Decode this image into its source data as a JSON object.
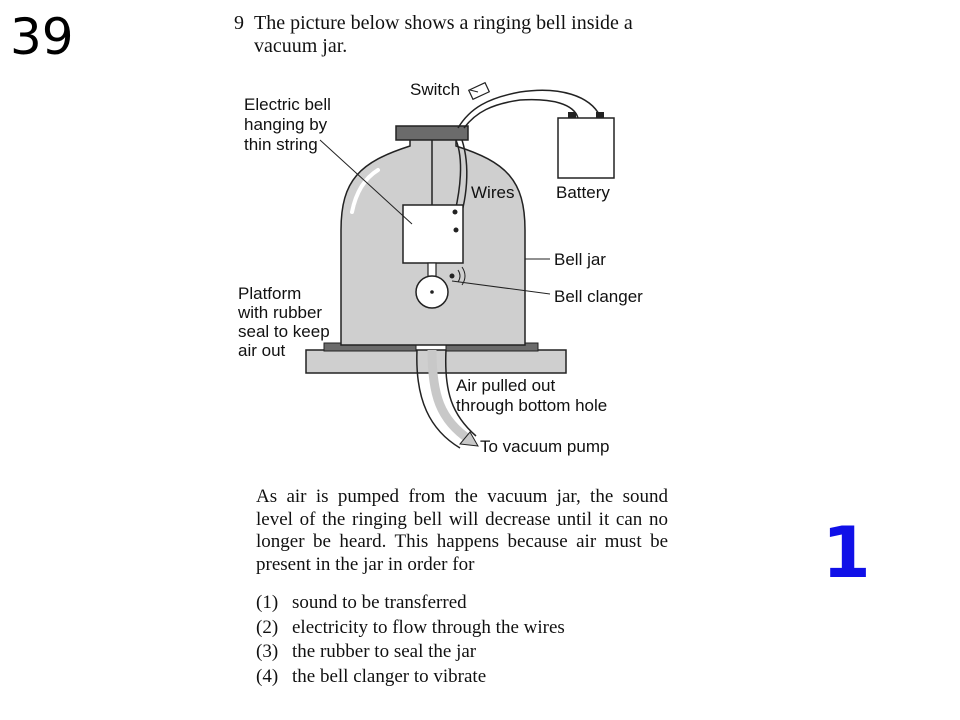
{
  "slide": {
    "number": "39",
    "answer": "1"
  },
  "question": {
    "number": "9",
    "text_line1": "The picture below shows a ringing bell inside a",
    "text_line2": "vacuum jar."
  },
  "diagram": {
    "labels": {
      "switch": "Switch",
      "electric_bell": [
        "Electric bell",
        "hanging by",
        "thin string"
      ],
      "wires": "Wires",
      "battery": "Battery",
      "bell_jar": "Bell jar",
      "bell_clanger": "Bell clanger",
      "platform": [
        "Platform",
        "with rubber",
        "seal to keep",
        "air out"
      ],
      "air_pulled": [
        "Air pulled out",
        "through bottom hole"
      ],
      "vacuum_pump": "To vacuum pump"
    },
    "colors": {
      "jar_fill": "#cfcfcf",
      "dark_gray": "#6b6b6b",
      "arrow_gray": "#c8c8c8"
    }
  },
  "passage": [
    "As air is pumped from the vacuum jar, the sound",
    "level of the ringing bell will decrease until it can",
    "no longer be heard. This happens because air",
    "must be present in the jar in order for"
  ],
  "choices": [
    {
      "num": "(1)",
      "text": "sound to be transferred"
    },
    {
      "num": "(2)",
      "text": "electricity to flow through the wires"
    },
    {
      "num": "(3)",
      "text": "the rubber to seal the jar"
    },
    {
      "num": "(4)",
      "text": "the bell clanger to vibrate"
    }
  ]
}
